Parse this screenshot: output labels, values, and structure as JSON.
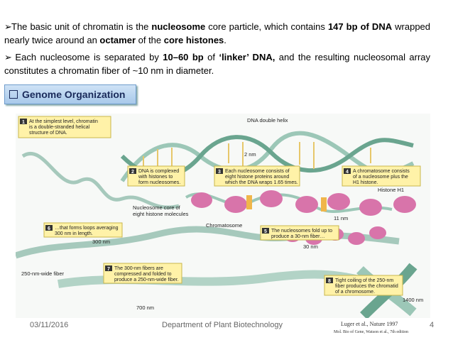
{
  "bullets": [
    {
      "parts": [
        "The basic unit of chromatin is the ",
        "nucleosome",
        " core particle, which contains ",
        "147 bp of DNA",
        " wrapped nearly twice around an ",
        "octamer",
        " of the ",
        "core histones",
        "."
      ]
    },
    {
      "parts": [
        " Each nucleosome is separated by ",
        "10–60 bp",
        " of ",
        "‘linker’ DNA,",
        " and the resulting nucleosomal array constitutes a chromatin fiber of ~10 nm in diameter."
      ]
    }
  ],
  "section": {
    "title": "Genome Organization"
  },
  "figure": {
    "captions": {
      "c1": [
        "At the simplest level, chromatin",
        "is a double-stranded helical",
        "structure of DNA."
      ],
      "c2": [
        "DNA is complexed",
        "with histones to",
        "form nucleosomes."
      ],
      "c3": [
        "Each nucleosome consists of",
        "eight histone proteins around",
        "which the DNA wraps 1.65 times."
      ],
      "c4": [
        "A chromatosome consists",
        "of a nucleosome plus the",
        "H1 histone."
      ],
      "c5": [
        "The nucleosomes fold up to",
        "produce a 30-nm fiber…"
      ],
      "c6": [
        "…that forms loops averaging",
        "300 nm in length."
      ],
      "c7": [
        "The 300-nm fibers are",
        "compressed and folded to",
        "produce a 250-nm-wide fiber."
      ],
      "c8": [
        "Tight coiling of the 250-nm",
        "fiber produces the chromatid",
        "of a chromosome."
      ]
    },
    "labels": {
      "dna_helix": "DNA double helix",
      "nm2": "2 nm",
      "histone_h1": "Histone H1",
      "core": [
        "Nucleosome core of",
        "eight histone molecules"
      ],
      "chromatosome": "Chromatosome",
      "nm11": "11 nm",
      "nm30": "30 nm",
      "nm300": "300 nm",
      "fiber250": "250-nm-wide fiber",
      "nm700": "700 nm",
      "nm1400": "1400 nm"
    }
  },
  "footer": {
    "date": "03/11/2016",
    "department": "Department of Plant Biotechnology",
    "page": "4",
    "cite1": "Luger et al., Nature 1997",
    "cite2": "Mol. Bio of Gene, Watson et al., 7th edition"
  }
}
